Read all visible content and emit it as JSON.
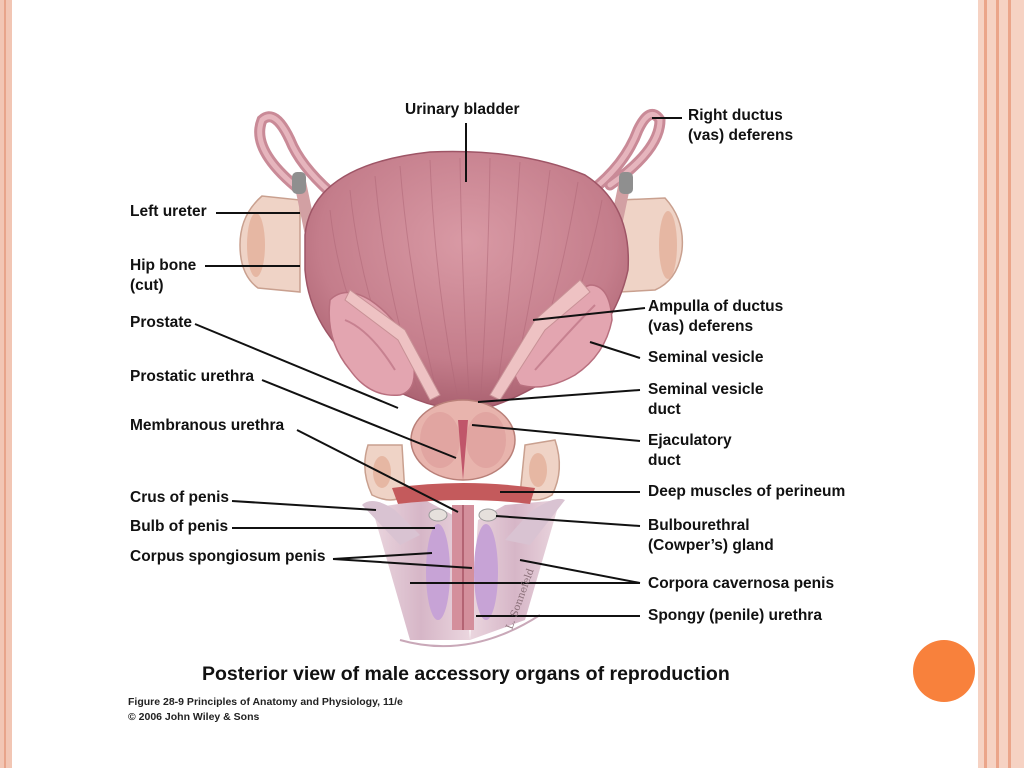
{
  "labels": {
    "urinary_bladder": "Urinary bladder",
    "right_ductus_1": "Right ductus",
    "right_ductus_2": "(vas) deferens",
    "left_ureter": "Left ureter",
    "hip_bone_1": "Hip bone",
    "hip_bone_2": "(cut)",
    "prostate": "Prostate",
    "prostatic_urethra": "Prostatic urethra",
    "membranous_urethra": "Membranous urethra",
    "crus_of_penis": "Crus of penis",
    "bulb_of_penis": "Bulb of penis",
    "corpus_spongiosum": "Corpus spongiosum penis",
    "ampulla_1": "Ampulla of ductus",
    "ampulla_2": "(vas) deferens",
    "seminal_vesicle": "Seminal vesicle",
    "seminal_vesicle_duct_1": "Seminal vesicle",
    "seminal_vesicle_duct_2": "duct",
    "ejaculatory_1": "Ejaculatory",
    "ejaculatory_2": "duct",
    "deep_muscles": "Deep muscles of perineum",
    "bulbourethral_1": "Bulbourethral",
    "bulbourethral_2": "(Cowper’s) gland",
    "corpora_cavernosa": "Corpora cavernosa penis",
    "spongy_urethra": "Spongy (penile) urethra"
  },
  "caption": "Posterior view of male accessory organs of reproduction",
  "credit": {
    "line1": "Figure 28-9  Principles of Anatomy and Physiology, 11/e",
    "line2": "© 2006 John Wiley & Sons"
  },
  "colors": {
    "frame": "#f2c6b4",
    "accent_circle": "#f8813c",
    "bladder": "#c98592",
    "tissue": "#e3a8b0",
    "bone": "#efd3c6"
  }
}
